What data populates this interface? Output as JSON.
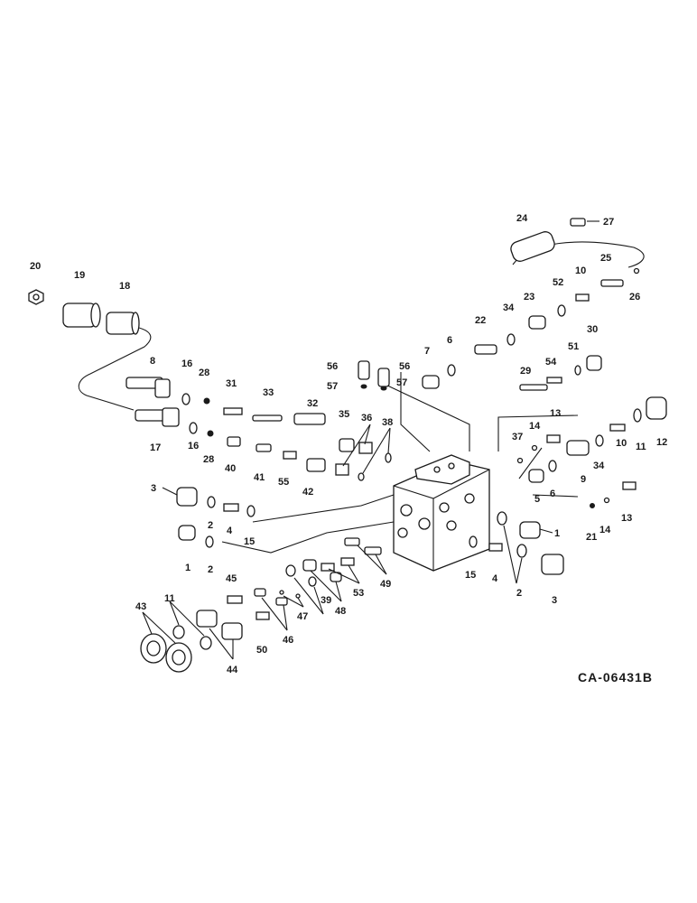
{
  "drawing_code": "CA-06431B",
  "callouts": [
    "1",
    "1",
    "2",
    "2",
    "2",
    "3",
    "3",
    "4",
    "4",
    "5",
    "6",
    "6",
    "7",
    "8",
    "9",
    "10",
    "10",
    "11",
    "11",
    "12",
    "13",
    "13",
    "14",
    "14",
    "15",
    "15",
    "16",
    "16",
    "17",
    "18",
    "19",
    "20",
    "21",
    "22",
    "23",
    "24",
    "25",
    "26",
    "27",
    "28",
    "28",
    "29",
    "30",
    "31",
    "32",
    "33",
    "34",
    "34",
    "35",
    "36",
    "37",
    "38",
    "39",
    "40",
    "41",
    "42",
    "43",
    "44",
    "45",
    "46",
    "47",
    "48",
    "49",
    "50",
    "51",
    "52",
    "53",
    "54",
    "55",
    "56",
    "56",
    "57",
    "57"
  ]
}
